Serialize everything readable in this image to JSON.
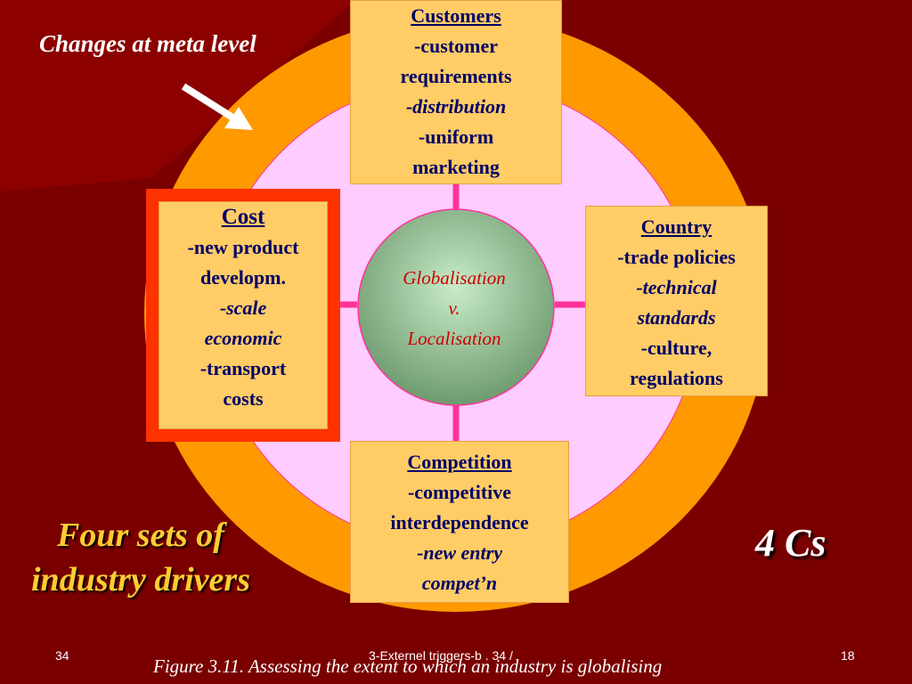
{
  "header": {
    "meta_label": "Changes at meta level"
  },
  "center": {
    "line1": "Globalisation",
    "line2": "v.",
    "line3": "Localisation"
  },
  "customers": {
    "title": "Customers",
    "items": [
      "-customer",
      "requirements",
      "-",
      "distribution",
      "-uniform",
      "marketing"
    ]
  },
  "cost": {
    "title": "Cost",
    "items": [
      "-new product",
      "developm.",
      "-",
      "scale",
      "economic",
      "-transport",
      "costs"
    ]
  },
  "country": {
    "title": "Country",
    "items": [
      "-trade policies",
      "-",
      "technical",
      "standards",
      "-culture,",
      "regulations"
    ]
  },
  "competition": {
    "title": "Competition",
    "items": [
      "-competitive",
      "interdependence",
      "-",
      "new entry",
      "compet’n"
    ]
  },
  "labels": {
    "four_sets_line1": "Four sets of",
    "four_sets_line2": "industry drivers",
    "four_cs": "4 Cs"
  },
  "footer": {
    "left": "34",
    "center": "3-Externel triggers-b . 34 /",
    "right": "18",
    "caption": "Figure 3.11. Assessing the extent to which an industry is globalising"
  },
  "colors": {
    "background": "#7a0000",
    "ring": "#ff9900",
    "inner": "#ffccff",
    "box": "#ffcc66",
    "cost_frame": "#ff3300",
    "connector": "#ff3399",
    "text": "#000066"
  }
}
